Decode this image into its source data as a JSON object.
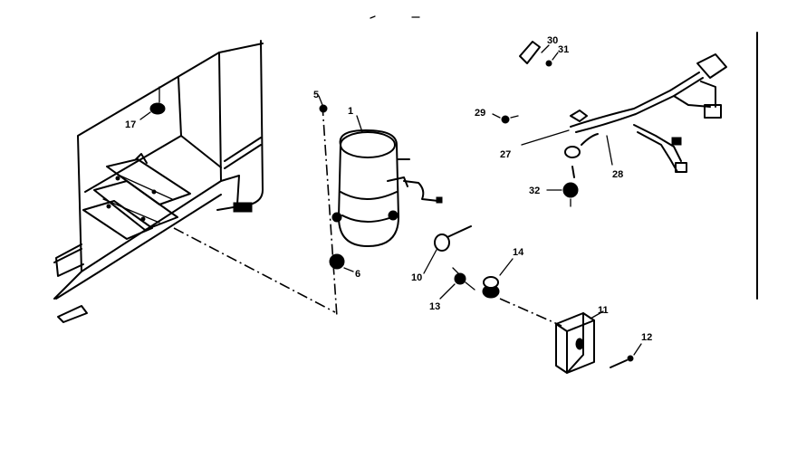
{
  "callouts": {
    "c1": "1",
    "c5": "5",
    "c6": "6",
    "c10": "10",
    "c11": "11",
    "c12": "12",
    "c13": "13",
    "c14": "14",
    "c17": "17",
    "c27": "27",
    "c28": "28",
    "c29": "29",
    "c30": "30",
    "c31": "31",
    "c32": "32"
  },
  "icons": {
    "cabinet": "refrigerator-cabinet-icon",
    "compressor": "compressor-icon",
    "harness": "wiring-harness-icon",
    "relay_cover": "relay-cover-icon"
  }
}
